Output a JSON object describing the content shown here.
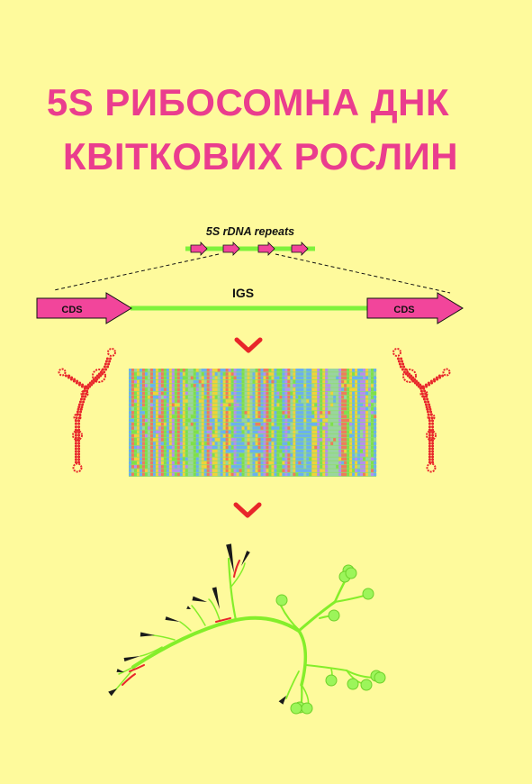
{
  "title": {
    "line1": "5S РИБОСОМНА ДНК",
    "line2": "КВІТКОВИХ РОСЛИН"
  },
  "diagram": {
    "repeats_label": "5S rDNA repeats",
    "cds_left": "CDS",
    "cds_right": "CDS",
    "igs_label": "IGS"
  },
  "colors": {
    "background": "#fefa9c",
    "title": "#ea3d8e",
    "cds_fill": "#f2459b",
    "spacer": "#7ef23c",
    "chevron": "#e8262a",
    "rna_structure": "#e8262a",
    "tree_branch": "#84ee2a"
  },
  "icons": [
    "chevron-down-icon",
    "rna-hairpin-icon",
    "sequence-alignment-image",
    "phylogenetic-tree-image"
  ]
}
